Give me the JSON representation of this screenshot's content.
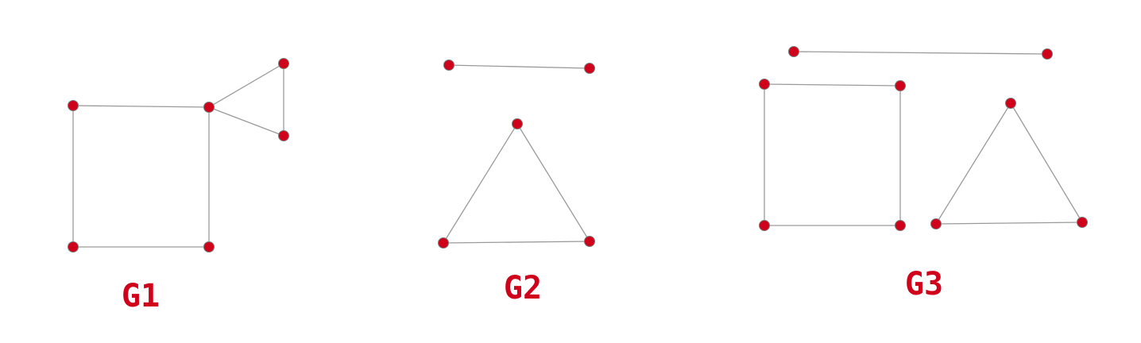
{
  "colors": {
    "node": "#d0021b",
    "edge": "#9a9a9a",
    "label": "#d0021b"
  },
  "graphs": [
    {
      "label": "G1",
      "nodes": [
        "a",
        "b",
        "c",
        "d",
        "e",
        "f"
      ],
      "edges": [
        [
          "a",
          "b"
        ],
        [
          "b",
          "c"
        ],
        [
          "c",
          "d"
        ],
        [
          "d",
          "a"
        ],
        [
          "b",
          "e"
        ],
        [
          "e",
          "f"
        ],
        [
          "f",
          "b"
        ]
      ]
    },
    {
      "label": "G2",
      "nodes": [
        "p",
        "q",
        "r",
        "s",
        "t"
      ],
      "edges": [
        [
          "p",
          "q"
        ],
        [
          "r",
          "s"
        ],
        [
          "s",
          "t"
        ],
        [
          "t",
          "r"
        ]
      ]
    },
    {
      "label": "G3",
      "nodes": [
        "u",
        "v",
        "w",
        "x",
        "y",
        "z",
        "k",
        "m",
        "n"
      ],
      "edges": [
        [
          "u",
          "v"
        ],
        [
          "w",
          "x"
        ],
        [
          "x",
          "y"
        ],
        [
          "y",
          "z"
        ],
        [
          "z",
          "w"
        ],
        [
          "k",
          "m"
        ],
        [
          "m",
          "n"
        ],
        [
          "n",
          "k"
        ]
      ]
    }
  ]
}
